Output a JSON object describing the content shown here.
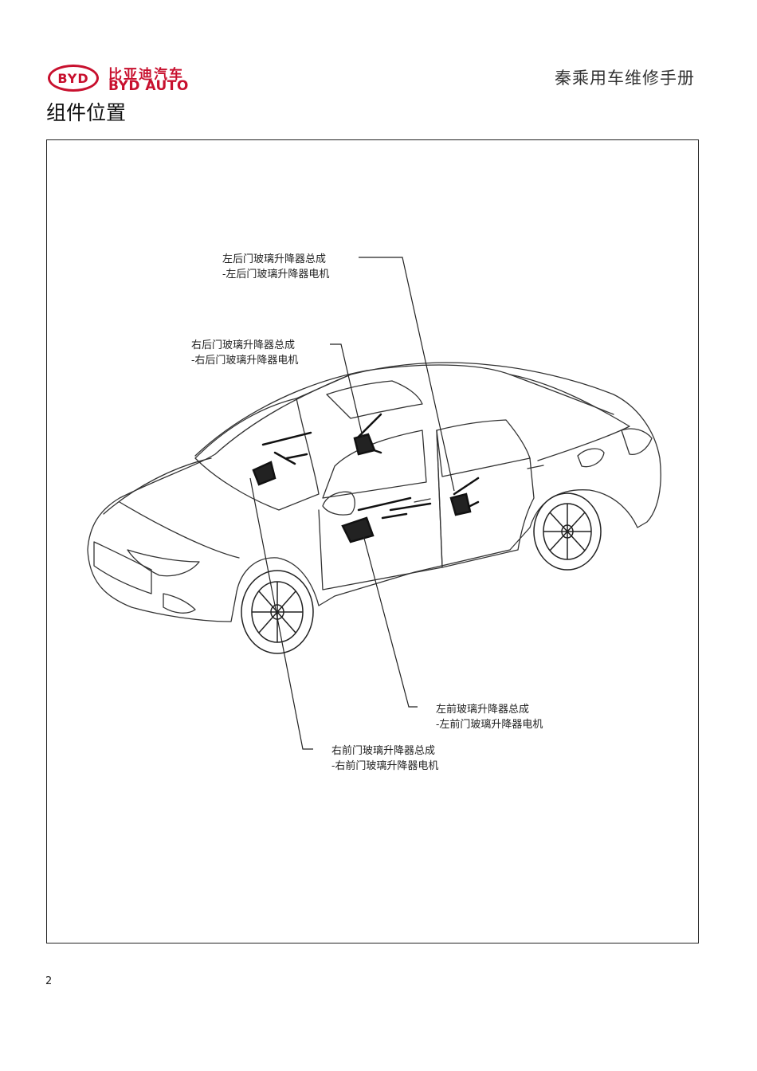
{
  "header": {
    "logo": {
      "mark_text": "BYD",
      "brand_cn": "比亚迪汽车",
      "brand_en": "BYD AUTO",
      "color": "#c8102e"
    },
    "manual_title": "秦乘用车维修手册"
  },
  "section_title": "组件位置",
  "callouts": {
    "left_rear": {
      "name": "左后门玻璃升降器总成",
      "sub": "-左后门玻璃升降器电机"
    },
    "right_rear": {
      "name": "右后门玻璃升降器总成",
      "sub": "-右后门玻璃升降器电机"
    },
    "left_front": {
      "name": "左前玻璃升降器总成",
      "sub": "-左前门玻璃升降器电机"
    },
    "right_front": {
      "name": "右前门玻璃升降器总成",
      "sub": "-右前门玻璃升降器电机"
    }
  },
  "footer": {
    "page_number": "2"
  }
}
